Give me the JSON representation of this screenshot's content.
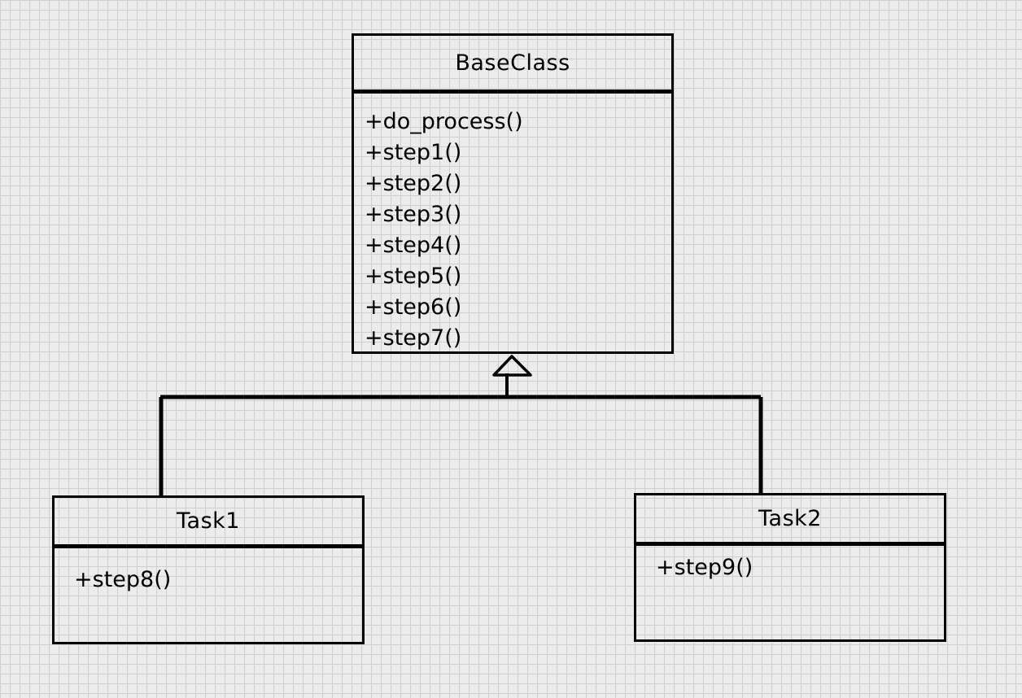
{
  "diagram": {
    "base_class": {
      "name": "BaseClass",
      "methods": [
        "+do_process()",
        "+step1()",
        "+step2()",
        "+step3()",
        "+step4()",
        "+step5()",
        "+step6()",
        "+step7()"
      ]
    },
    "task1": {
      "name": "Task1",
      "methods": [
        "+step8()"
      ]
    },
    "task2": {
      "name": "Task2",
      "methods": [
        "+step9()"
      ]
    },
    "relationships": [
      {
        "type": "inheritance",
        "from": "Task1",
        "to": "BaseClass"
      },
      {
        "type": "inheritance",
        "from": "Task2",
        "to": "BaseClass"
      }
    ]
  }
}
